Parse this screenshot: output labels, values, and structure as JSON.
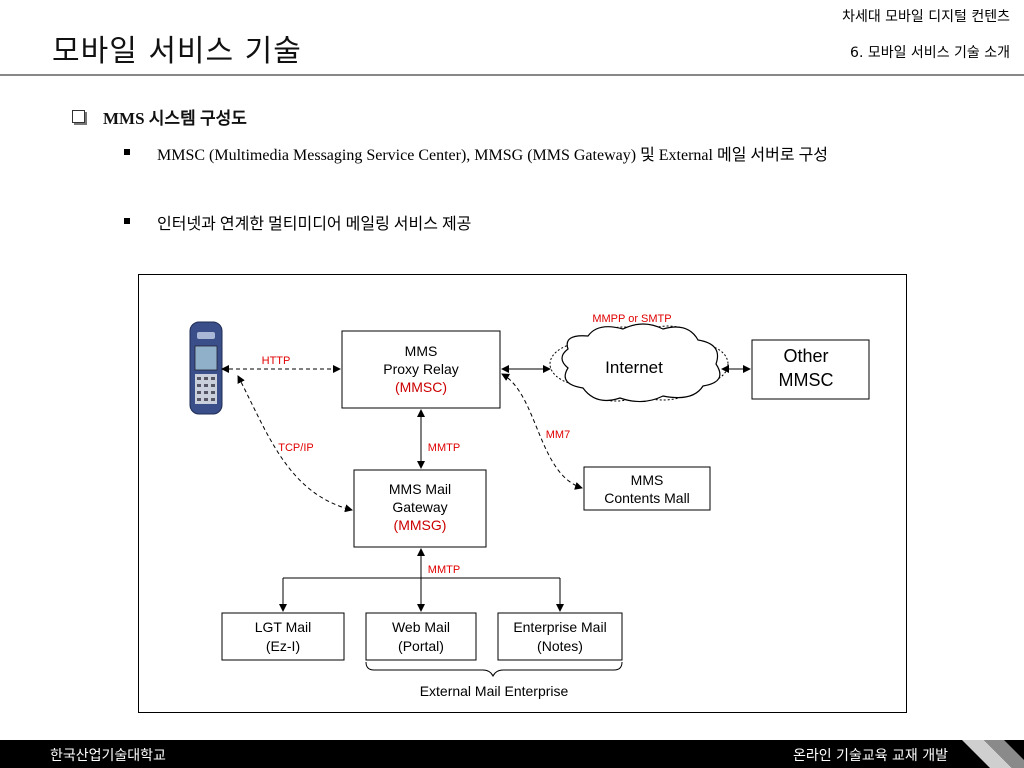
{
  "header": {
    "title": "모바일 서비스 기술",
    "subtitle_top": "차세대 모바일 디지털 컨텐츠",
    "subtitle_bottom": "6. 모바일 서비스 기술 소개"
  },
  "content": {
    "heading": "MMS 시스템 구성도",
    "bullets": [
      "MMSC (Multimedia Messaging Service Center), MMSG (MMS Gateway) 및 External 메일 서버로 구성",
      "인터넷과 연계한 멀티미디어 메일링 서비스 제공"
    ]
  },
  "diagram": {
    "nodes": {
      "proxy_relay": [
        "MMS",
        "Proxy Relay",
        "(MMSC)"
      ],
      "internet": "Internet",
      "other_mmsc": [
        "Other",
        "MMSC"
      ],
      "contents_mall": [
        "MMS",
        "Contents Mall"
      ],
      "mail_gateway": [
        "MMS Mail",
        "Gateway",
        "(MMSG)"
      ],
      "lgt_mail": [
        "LGT Mail",
        "(Ez-I)"
      ],
      "web_mail": [
        "Web Mail",
        "(Portal)"
      ],
      "enterprise_mail": [
        "Enterprise Mail",
        "(Notes)"
      ]
    },
    "edge_labels": {
      "http": "HTTP",
      "tcpip": "TCP/IP",
      "mmtp_upper": "MMTP",
      "mmtp_lower": "MMTP",
      "mm7": "MM7",
      "mmpp_smtp": "MMPP or SMTP"
    },
    "group_label": "External Mail Enterprise",
    "colors": {
      "protocol_label": "#e00000",
      "highlight_text": "#cc0000",
      "line": "#000000"
    }
  },
  "footer": {
    "left": "한국산업기술대학교",
    "right": "온라인 기술교육 교재 개발"
  }
}
